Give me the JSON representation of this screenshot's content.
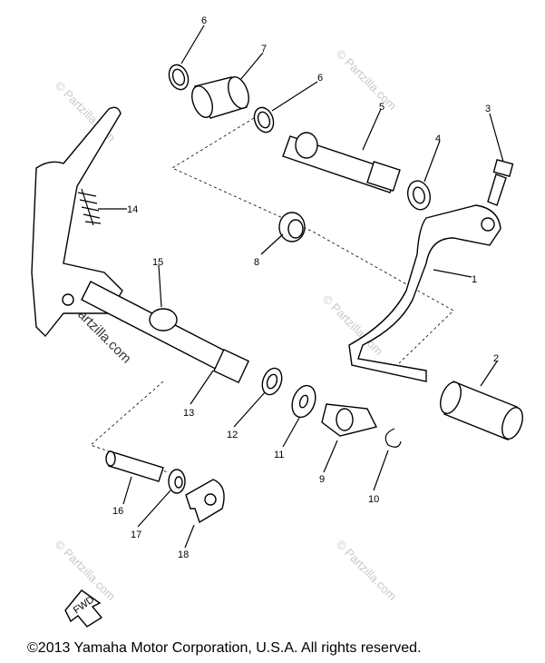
{
  "labels": [
    {
      "id": "1",
      "text": "1"
    },
    {
      "id": "2",
      "text": "2"
    },
    {
      "id": "3",
      "text": "3"
    },
    {
      "id": "4",
      "text": "4"
    },
    {
      "id": "5",
      "text": "5"
    },
    {
      "id": "6a",
      "text": "6"
    },
    {
      "id": "6b",
      "text": "6"
    },
    {
      "id": "7",
      "text": "7"
    },
    {
      "id": "8",
      "text": "8"
    },
    {
      "id": "9",
      "text": "9"
    },
    {
      "id": "10",
      "text": "10"
    },
    {
      "id": "11",
      "text": "11"
    },
    {
      "id": "12",
      "text": "12"
    },
    {
      "id": "13",
      "text": "13"
    },
    {
      "id": "14",
      "text": "14"
    },
    {
      "id": "15",
      "text": "15"
    },
    {
      "id": "16",
      "text": "16"
    },
    {
      "id": "17",
      "text": "17"
    },
    {
      "id": "18",
      "text": "18"
    }
  ],
  "watermark": {
    "text": "© Partzilla.com",
    "main_text": "Partzilla.com"
  },
  "fwd_text": "FWD",
  "copyright": "©2013 Yamaha Motor Corporation, U.S.A. All rights reserved."
}
